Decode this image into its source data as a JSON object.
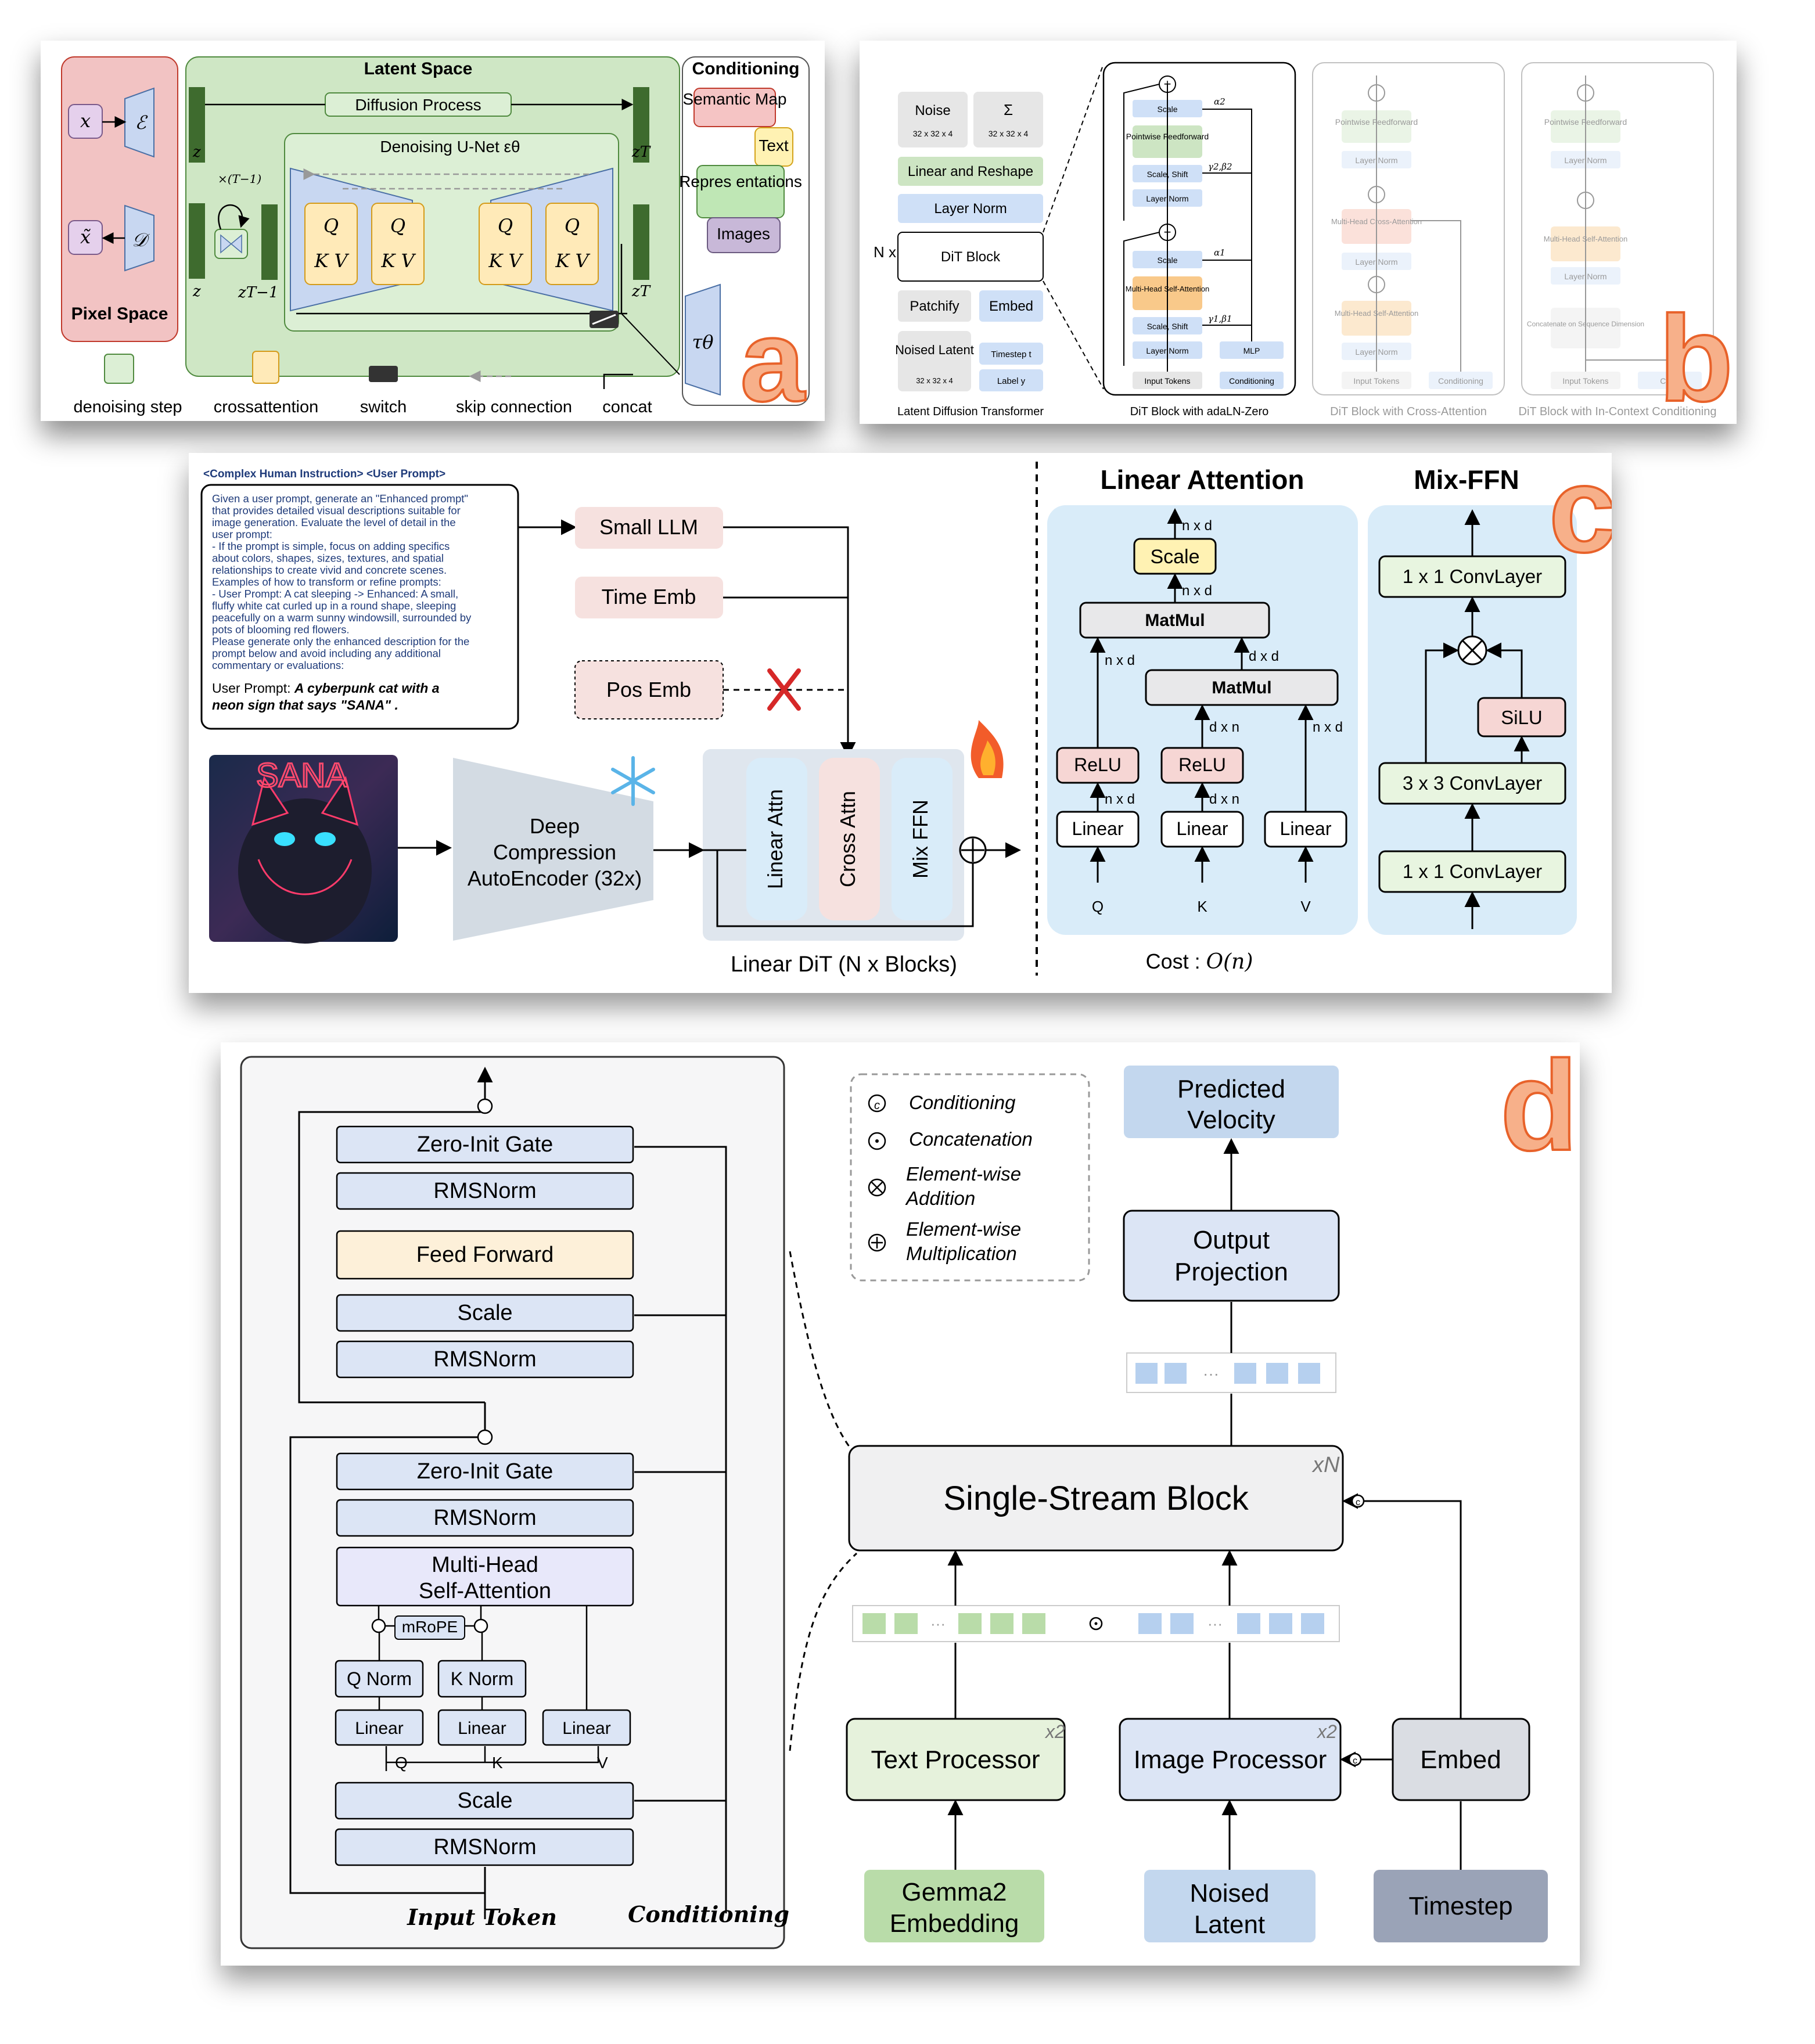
{
  "panel_a": {
    "badge": "a",
    "latent_space": "Latent Space",
    "pixel_space": "Pixel Space",
    "conditioning": "Conditioning",
    "diffusion_process": "Diffusion Process",
    "denoising_unet": "Denoising U-Net εθ",
    "x": "x",
    "x_tilde": "x̃",
    "encoder": "ℰ",
    "decoder": "𝒟",
    "z": "z",
    "z_T": "zT",
    "z_T_minus_1": "zT−1",
    "times": "×(T−1)",
    "Q": "Q",
    "KV": "K V",
    "tau": "τθ",
    "cond_items": [
      "Semantic Map",
      "Text",
      "Repres entations",
      "Images"
    ],
    "legend": [
      "denoising step",
      "crossattention",
      "switch",
      "skip connection",
      "concat"
    ]
  },
  "panel_b": {
    "badge": "b",
    "left": {
      "noise": "Noise",
      "noise_dim": "32 x 32 x 4",
      "sigma": "Σ",
      "sigma_dim": "32 x 32 x 4",
      "linear_reshape": "Linear and Reshape",
      "layer_norm": "Layer Norm",
      "nx": "N x",
      "dit_block": "DiT Block",
      "patchify": "Patchify",
      "embed": "Embed",
      "noised_latent": "Noised Latent",
      "noised_dim": "32 x 32 x 4",
      "timestep": "Timestep t",
      "label": "Label y",
      "caption": "Latent Diffusion Transformer"
    },
    "mid": {
      "scale": "Scale",
      "pointwise": "Pointwise Feedforward",
      "scale_shift": "Scale, Shift",
      "layer_norm": "Layer Norm",
      "mhsa": "Multi-Head Self-Attention",
      "mlp": "MLP",
      "input_tokens": "Input Tokens",
      "conditioning": "Conditioning",
      "alpha2": "α2",
      "gb2": "γ2,β2",
      "alpha1": "α1",
      "gb1": "γ1,β1",
      "caption": "DiT Block with adaLN-Zero"
    },
    "ca": {
      "pointwise": "Pointwise Feedforward",
      "layer_norm": "Layer Norm",
      "mhca": "Multi-Head Cross-Attention",
      "mhsa": "Multi-Head Self-Attention",
      "input_tokens": "Input Tokens",
      "conditioning": "Conditioning",
      "caption": "DiT Block with Cross-Attention"
    },
    "ic": {
      "pointwise": "Pointwise Feedforward",
      "layer_norm": "Layer Norm",
      "mhsa": "Multi-Head Self-Attention",
      "concat": "Concatenate on Sequence Dimension",
      "input_tokens": "Input Tokens",
      "conditioning": "Cond",
      "caption": "DiT Block with In-Context Conditioning"
    }
  },
  "panel_c": {
    "badge": "c",
    "instr_header": "<Complex Human Instruction> <User Prompt>",
    "instr_lines": [
      "Given a user prompt, generate an \"Enhanced prompt\"",
      "that provides detailed visual descriptions suitable for",
      "image generation. Evaluate the level of detail in the",
      "user prompt:",
      "- If the prompt is simple, focus on adding specifics",
      "about colors, shapes, sizes, textures, and spatial",
      "relationships to create vivid and concrete scenes.",
      "Examples of how to transform or refine prompts:",
      "- User Prompt: A cat sleeping -> Enhanced: A small,",
      "fluffy white cat curled up in a round shape, sleeping",
      "peacefully on a warm sunny windowsill, surrounded by",
      "pots of blooming red flowers.",
      "Please generate only the enhanced description for the",
      "prompt below and avoid including any additional",
      "commentary or evaluations:"
    ],
    "user_prompt_label": "User Prompt: ",
    "user_prompt_1": "A cyberpunk cat with a",
    "user_prompt_2": "neon sign that says \"SANA\" .",
    "small_llm": "Small LLM",
    "time_emb": "Time Emb",
    "pos_emb": "Pos Emb",
    "dc_ae_1": "Deep",
    "dc_ae_2": "Compression",
    "dc_ae_3": "AutoEncoder (32x)",
    "linear_attn": "Linear Attn",
    "cross_attn": "Cross Attn",
    "mix_ffn": "Mix FFN",
    "linear_dit": "Linear DiT (N x Blocks)",
    "sana_sign": "SANA",
    "la_title": "Linear Attention",
    "mixffn_title": "Mix-FFN",
    "scale": "Scale",
    "matmul": "MatMul",
    "relu": "ReLU",
    "linear": "Linear",
    "q": "Q",
    "k": "K",
    "v": "V",
    "nxd": "n x d",
    "dxn": "d x n",
    "dxd": "d x d",
    "cost": "Cost : ",
    "cost_val": "O(n)",
    "conv1": "1 x 1 ConvLayer",
    "conv3": "3 x 3 ConvLayer",
    "silu": "SiLU"
  },
  "panel_d": {
    "badge": "d",
    "zero_gate": "Zero-Init Gate",
    "rmsnorm": "RMSNorm",
    "feed_forward": "Feed Forward",
    "scale": "Scale",
    "mhsa_1": "Multi-Head",
    "mhsa_2": "Self-Attention",
    "mrope": "mRoPE",
    "q_norm": "Q Norm",
    "k_norm": "K Norm",
    "linear": "Linear",
    "q": "Q",
    "k": "K",
    "v": "V",
    "input_token": "Input Token",
    "conditioning": "Conditioning",
    "legend": [
      "Conditioning",
      "Concatenation",
      "Element-wise",
      "Addition",
      "Element-wise",
      "Multiplication"
    ],
    "predicted_1": "Predicted",
    "predicted_2": "Velocity",
    "output_1": "Output",
    "output_2": "Projection",
    "single_stream": "Single-Stream Block",
    "xn": "xN",
    "x2": "x2",
    "text_processor": "Text Processor",
    "image_processor": "Image Processor",
    "embed": "Embed",
    "gemma_1": "Gemma2",
    "gemma_2": "Embedding",
    "noised_1": "Noised",
    "noised_2": "Latent",
    "timestep": "Timestep",
    "dots": "···"
  }
}
